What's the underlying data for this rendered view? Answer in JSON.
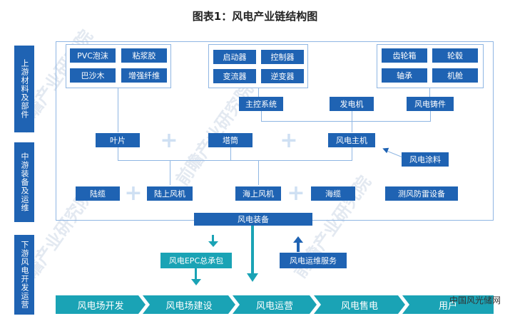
{
  "title": "图表1：风电产业链结构图",
  "side_labels": {
    "upstream": "上游材料及部件",
    "midstream": "中游装备及运维",
    "downstream": "下游风电开发运营"
  },
  "upstream": {
    "group1": [
      "PVC泡沫",
      "粘浆胶",
      "巴沙木",
      "增强纤维"
    ],
    "group2": [
      "启动器",
      "控制器",
      "变流器",
      "逆变器"
    ],
    "group3": [
      "齿轮箱",
      "轮毂",
      "轴承",
      "机舱"
    ],
    "main_control": "主控系统",
    "generator": "发电机",
    "casting": "风电铸件"
  },
  "midstream": {
    "blade": "叶片",
    "tower": "塔筒",
    "main_unit": "风电主机",
    "coating": "风电涂料",
    "land_cable": "陆缆",
    "onshore": "陆上风机",
    "offshore": "海上风机",
    "sea_cable": "海缆",
    "lightning": "测风防雷设备"
  },
  "equipment": "风电装备",
  "downstream": {
    "epc": "风电EPC总承包",
    "om_service": "风电运维服务"
  },
  "chain": [
    "风电场开发",
    "风电场建设",
    "风电运营",
    "风电售电",
    "用户"
  ],
  "watermark": "前瞻产业研究院",
  "source": "中国风光储网",
  "colors": {
    "primary": "#1f63b3",
    "teal": "#1aa3b5",
    "line": "#8fb6e3"
  }
}
